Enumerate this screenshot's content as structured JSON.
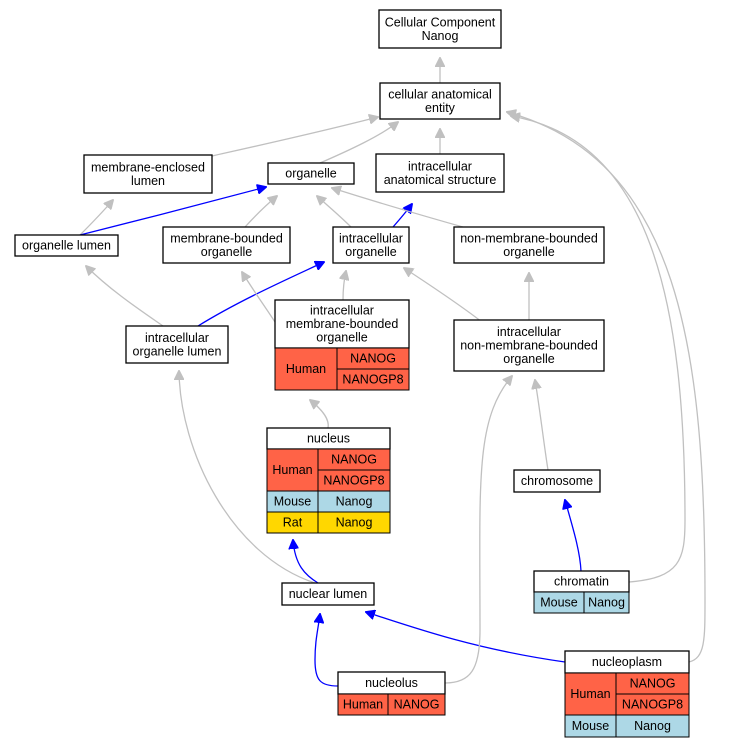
{
  "colors": {
    "human": "#ff6347",
    "mouse": "#add8e6",
    "rat": "#ffd700",
    "is_a_edge": "#c0c0c0",
    "part_of_edge": "#0000ff"
  },
  "nodes": {
    "root": {
      "lines": [
        "Cellular Component",
        "Nanog"
      ]
    },
    "cae": {
      "lines": [
        "cellular anatomical",
        "entity"
      ]
    },
    "mel": {
      "lines": [
        "membrane-enclosed",
        "lumen"
      ]
    },
    "organelle": {
      "lines": [
        "organelle"
      ]
    },
    "ias": {
      "lines": [
        "intracellular",
        "anatomical structure"
      ]
    },
    "ol": {
      "lines": [
        "organelle lumen"
      ]
    },
    "mbo": {
      "lines": [
        "membrane-bounded",
        "organelle"
      ]
    },
    "io": {
      "lines": [
        "intracellular",
        "organelle"
      ]
    },
    "nmbo": {
      "lines": [
        "non-membrane-bounded",
        "organelle"
      ]
    },
    "iol": {
      "lines": [
        "intracellular",
        "organelle lumen"
      ]
    },
    "imbo": {
      "lines": [
        "intracellular",
        "membrane-bounded",
        "organelle"
      ]
    },
    "inmbo": {
      "lines": [
        "intracellular",
        "non-membrane-bounded",
        "organelle"
      ]
    },
    "nucleus": {
      "lines": [
        "nucleus"
      ]
    },
    "chromosome": {
      "lines": [
        "chromosome"
      ]
    },
    "chromatin": {
      "lines": [
        "chromatin"
      ]
    },
    "nl": {
      "lines": [
        "nuclear lumen"
      ]
    },
    "nucleoplasm": {
      "lines": [
        "nucleoplasm"
      ]
    },
    "nucleolus": {
      "lines": [
        "nucleolus"
      ]
    }
  },
  "tables": {
    "imbo": [
      {
        "species": "Human",
        "genes": [
          "NANOG",
          "NANOGP8"
        ]
      }
    ],
    "nucleus": [
      {
        "species": "Human",
        "genes": [
          "NANOG",
          "NANOGP8"
        ]
      },
      {
        "species": "Mouse",
        "genes": [
          "Nanog"
        ]
      },
      {
        "species": "Rat",
        "genes": [
          "Nanog"
        ]
      }
    ],
    "chromatin": [
      {
        "species": "Mouse",
        "genes": [
          "Nanog"
        ]
      }
    ],
    "nucleoplasm": [
      {
        "species": "Human",
        "genes": [
          "NANOG",
          "NANOGP8"
        ]
      },
      {
        "species": "Mouse",
        "genes": [
          "Nanog"
        ]
      }
    ],
    "nucleolus": [
      {
        "species": "Human",
        "genes": [
          "NANOG"
        ]
      }
    ]
  },
  "edges": [
    {
      "from": "cae",
      "to": "root",
      "type": "is_a"
    },
    {
      "from": "mel",
      "to": "cae",
      "type": "is_a"
    },
    {
      "from": "organelle",
      "to": "cae",
      "type": "is_a"
    },
    {
      "from": "ias",
      "to": "cae",
      "type": "is_a"
    },
    {
      "from": "ol",
      "to": "mel",
      "type": "is_a"
    },
    {
      "from": "ol",
      "to": "organelle",
      "type": "part_of"
    },
    {
      "from": "mbo",
      "to": "organelle",
      "type": "is_a"
    },
    {
      "from": "io",
      "to": "organelle",
      "type": "is_a"
    },
    {
      "from": "io",
      "to": "ias",
      "type": "part_of"
    },
    {
      "from": "nmbo",
      "to": "organelle",
      "type": "is_a"
    },
    {
      "from": "iol",
      "to": "ol",
      "type": "is_a"
    },
    {
      "from": "iol",
      "to": "io",
      "type": "part_of"
    },
    {
      "from": "imbo",
      "to": "mbo",
      "type": "is_a"
    },
    {
      "from": "imbo",
      "to": "io",
      "type": "is_a"
    },
    {
      "from": "inmbo",
      "to": "io",
      "type": "is_a"
    },
    {
      "from": "inmbo",
      "to": "nmbo",
      "type": "is_a"
    },
    {
      "from": "nucleus",
      "to": "imbo",
      "type": "is_a"
    },
    {
      "from": "chromosome",
      "to": "inmbo",
      "type": "is_a"
    },
    {
      "from": "chromatin",
      "to": "chromosome",
      "type": "part_of"
    },
    {
      "from": "chromatin",
      "to": "cae",
      "type": "is_a"
    },
    {
      "from": "nl",
      "to": "nucleus",
      "type": "part_of"
    },
    {
      "from": "nl",
      "to": "iol",
      "type": "is_a"
    },
    {
      "from": "nucleoplasm",
      "to": "nl",
      "type": "part_of"
    },
    {
      "from": "nucleoplasm",
      "to": "cae",
      "type": "is_a"
    },
    {
      "from": "nucleolus",
      "to": "nl",
      "type": "part_of"
    },
    {
      "from": "nucleolus",
      "to": "inmbo",
      "type": "is_a"
    }
  ]
}
